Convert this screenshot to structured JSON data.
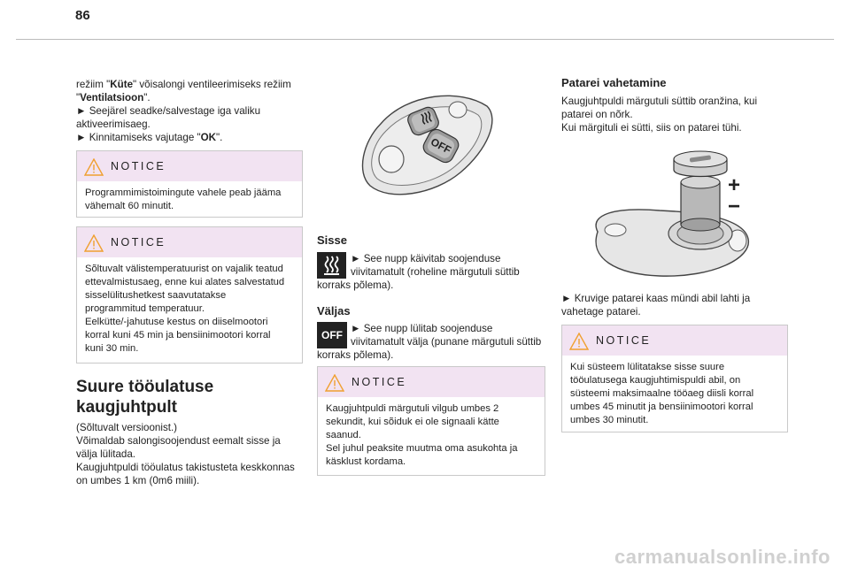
{
  "page": {
    "number": "86"
  },
  "left": {
    "intro_lines": [
      {
        "pre": "režiim \"",
        "bold": "Küte",
        "post": "\" võisalongi ventileerimiseks režiim"
      },
      {
        "pre": "\"",
        "bold": "Ventilatsioon",
        "post": "\"."
      }
    ],
    "step1_line1": "►  Seejärel seadke/salvestage iga valiku",
    "step1_line2": "aktiveerimisaeg.",
    "step2_pre": "►  Kinnitamiseks vajutage \"",
    "step2_bold": "OK",
    "step2_post": "\".",
    "notice1": {
      "title": "NOTICE",
      "lines": [
        "Programmimistoimingute vahele peab jääma",
        "vähemalt 60 minutit."
      ]
    },
    "notice2": {
      "title": "NOTICE",
      "lines": [
        "Sõltuvalt välistemperatuurist on vajalik teatud",
        "ettevalmistusaeg, enne kui alates salvestatud",
        "sisselülitushetkest saavutatakse",
        "programmitud temperatuur.",
        "Eelkütte/-jahutuse kestus on diiselmootori",
        "korral kuni 45 min ja bensiinimootori korral",
        "kuni 30 min."
      ]
    },
    "section_title_line1": "Suure tööulatuse",
    "section_title_line2": "kaugjuhtpult",
    "body_lines": [
      "(Sõltuvalt versioonist.)",
      "Võimaldab salongisoojendust eemalt sisse ja",
      "välja lülitada.",
      "Kaugjuhtpuldi tööulatus takistusteta keskkonnas",
      "on umbes 1 km (0m6 miili)."
    ]
  },
  "middle": {
    "remote_off_label": "OFF",
    "sisse_title": "Sisse",
    "sisse_line1": "►  See nupp käivitab soojenduse",
    "sisse_line2": "viivitamatult (roheline märgutuli süttib",
    "sisse_line3": "korraks põlema).",
    "valjas_title": "Väljas",
    "valjas_icon_text": "OFF",
    "valjas_line1": "►  See nupp lülitab soojenduse",
    "valjas_line2": "viivitamatult välja (punane märgutuli süttib",
    "valjas_line3": "korraks põlema).",
    "notice3": {
      "title": "NOTICE",
      "lines": [
        "Kaugjuhtpuldi märgutuli vilgub umbes 2",
        "sekundit, kui sõiduk ei ole signaali kätte",
        "saanud.",
        "Sel juhul peaksite muutma oma asukohta ja",
        "käsklust kordama."
      ]
    }
  },
  "right": {
    "title": "Patarei vahetamine",
    "lines": [
      "Kaugjuhtpuldi märgutuli süttib oranžina, kui",
      "patarei on nõrk.",
      "Kui märgituli ei sütti, siis on patarei tühi."
    ],
    "plus": "+",
    "minus": "−",
    "step_line1": "►  Kruvige patarei kaas mündi abil lahti ja",
    "step_line2": "vahetage patarei.",
    "notice4": {
      "title": "NOTICE",
      "lines": [
        "Kui süsteem lülitatakse sisse suure",
        "tööulatusega kaugjuhtimispuldi abil, on",
        "süsteemi maksimaalne tööaeg diisli korral",
        "umbes 45 minutit ja bensiinimootori korral",
        "umbes 30 minutit."
      ]
    }
  },
  "watermark": "carmanualsonline.info"
}
